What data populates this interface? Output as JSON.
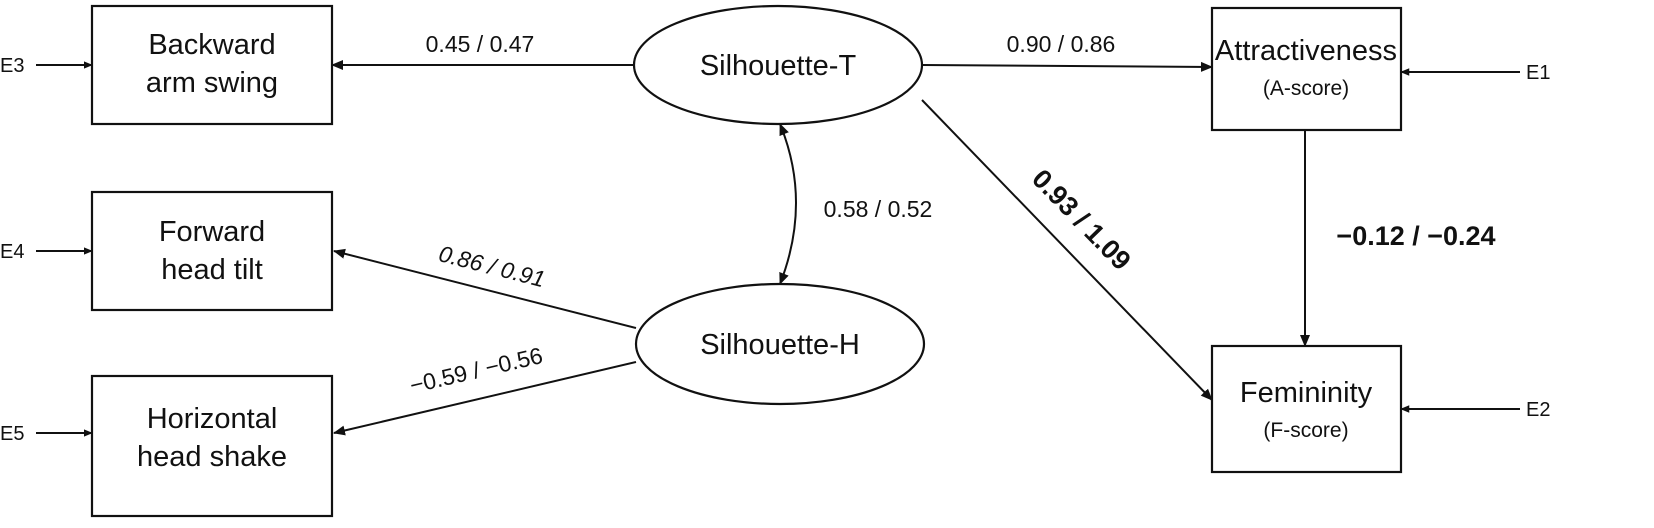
{
  "nodes": {
    "backward_arm_swing": [
      "Backward",
      "arm swing"
    ],
    "forward_head_tilt": [
      "Forward",
      "head tilt"
    ],
    "horizontal_head_shake": [
      "Horizontal",
      "head shake"
    ],
    "silhouette_t": "Silhouette-T",
    "silhouette_h": "Silhouette-H",
    "attractiveness": {
      "title": "Attractiveness",
      "subtitle": "(A-score)"
    },
    "femininity": {
      "title": "Femininity",
      "subtitle": "(F-score)"
    }
  },
  "errors": {
    "e1": "E1",
    "e2": "E2",
    "e3": "E3",
    "e4": "E4",
    "e5": "E5"
  },
  "paths": {
    "t_to_arm_swing": "0.45 / 0.47",
    "t_to_attractiveness": "0.90 / 0.86",
    "t_h_covariance": "0.58 / 0.52",
    "t_to_femininity": "0.93 / 1.09",
    "h_to_head_tilt": "0.86 / 0.91",
    "h_to_head_shake": "−0.59 / −0.56",
    "attractiveness_to_femininity": "−0.12 / −0.24"
  }
}
